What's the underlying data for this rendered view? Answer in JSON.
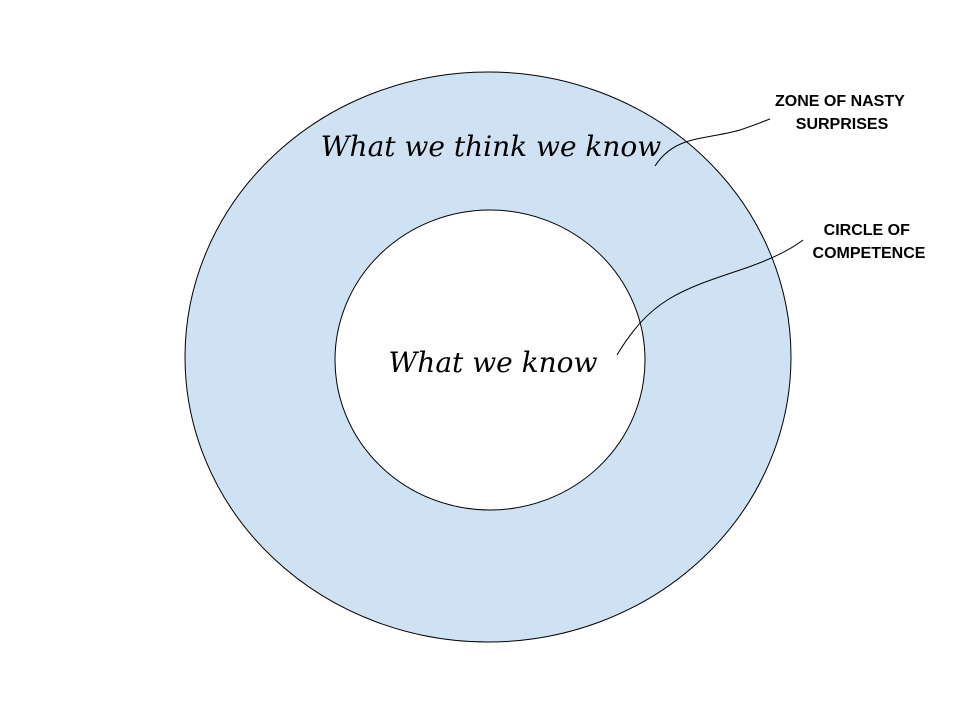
{
  "diagram": {
    "outer_region": {
      "label": "What we think we know",
      "fill": "#cfe2f3",
      "stroke": "#000000"
    },
    "inner_region": {
      "label": "What we know",
      "fill": "#ffffff",
      "stroke": "#000000"
    },
    "callouts": [
      {
        "lines": [
          "ZONE OF NASTY",
          "SURPRISES"
        ]
      },
      {
        "lines": [
          "CIRCLE OF",
          "COMPETENCE"
        ]
      }
    ]
  }
}
